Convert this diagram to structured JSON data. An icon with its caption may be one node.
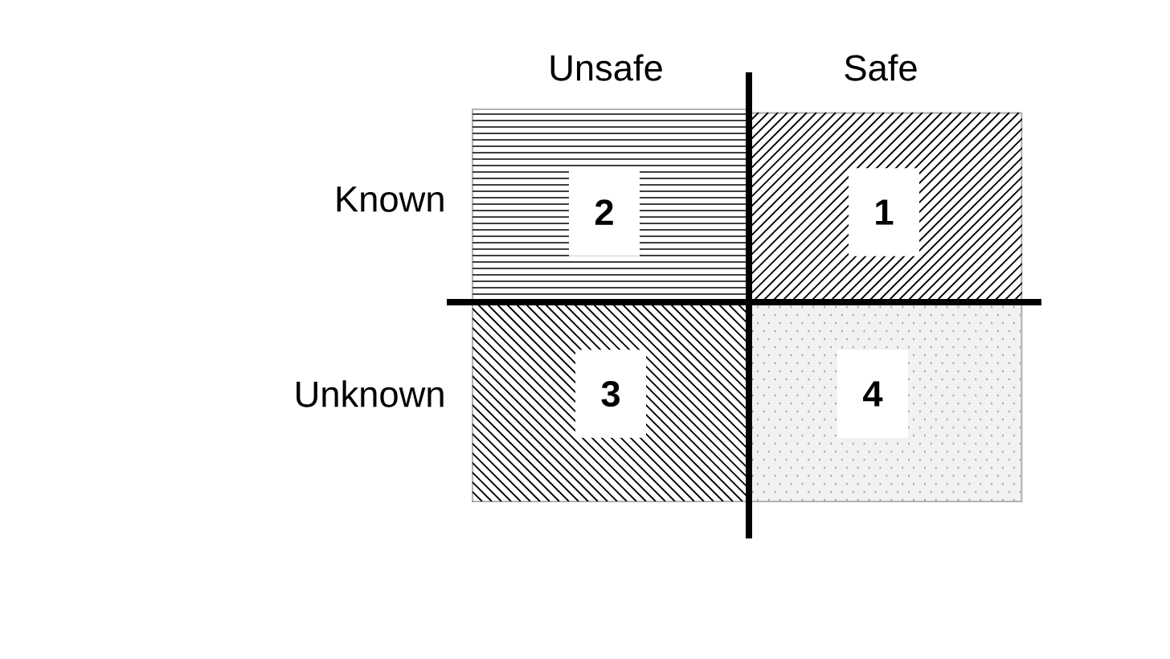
{
  "diagram": {
    "nodes": [
      {
        "text": [
          "2"
        ]
      },
      {
        "text": [
          "1"
        ]
      },
      {
        "text": [
          "3"
        ]
      },
      {
        "text": [
          "4"
        ]
      }
    ],
    "labels": [
      "Unsafe",
      "Safe",
      "Known",
      "Unknown"
    ]
  }
}
